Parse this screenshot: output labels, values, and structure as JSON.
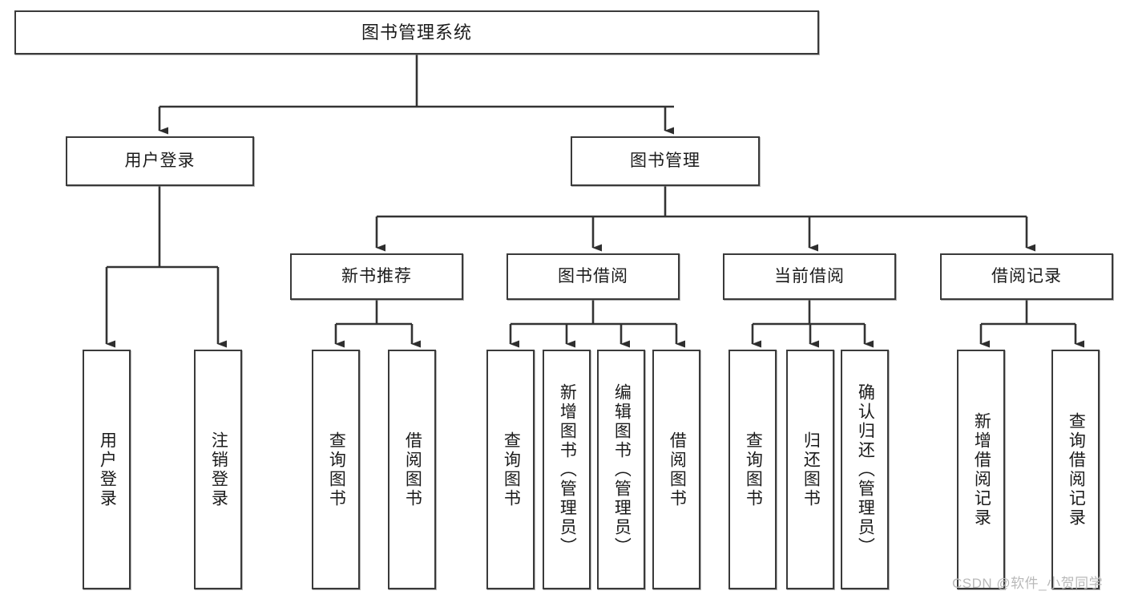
{
  "diagram": {
    "type": "hierarchy-tree",
    "title": "图书管理系统",
    "watermark": "CSDN @软件_小贺同学",
    "colors": {
      "box_border": "#3a3a3a",
      "box_fill": "#ffffff",
      "connector": "#333333",
      "text": "#1b1b1b",
      "watermark": "#b9b9b9"
    },
    "nodes": {
      "root": {
        "label": "图书管理系统",
        "orientation": "horizontal"
      },
      "l2": [
        {
          "label": "用户登录",
          "orientation": "horizontal"
        },
        {
          "label": "图书管理",
          "orientation": "horizontal"
        }
      ],
      "l3": [
        {
          "label": "新书推荐",
          "orientation": "horizontal"
        },
        {
          "label": "图书借阅",
          "orientation": "horizontal"
        },
        {
          "label": "当前借阅",
          "orientation": "horizontal"
        },
        {
          "label": "借阅记录",
          "orientation": "horizontal"
        }
      ],
      "leaves": [
        {
          "label": "用户登录",
          "orientation": "vertical",
          "parent": "用户登录"
        },
        {
          "label": "注销登录",
          "orientation": "vertical",
          "parent": "用户登录"
        },
        {
          "label": "查询图书",
          "orientation": "vertical",
          "parent": "新书推荐"
        },
        {
          "label": "借阅图书",
          "orientation": "vertical",
          "parent": "新书推荐"
        },
        {
          "label": "查询图书",
          "orientation": "vertical",
          "parent": "图书借阅"
        },
        {
          "label": "新增图书（管理员）",
          "orientation": "vertical",
          "parent": "图书借阅"
        },
        {
          "label": "编辑图书（管理员）",
          "orientation": "vertical",
          "parent": "图书借阅"
        },
        {
          "label": "借阅图书",
          "orientation": "vertical",
          "parent": "图书借阅"
        },
        {
          "label": "查询图书",
          "orientation": "vertical",
          "parent": "当前借阅"
        },
        {
          "label": "归还图书",
          "orientation": "vertical",
          "parent": "当前借阅"
        },
        {
          "label": "确认归还（管理员）",
          "orientation": "vertical",
          "parent": "当前借阅"
        },
        {
          "label": "新增借阅记录",
          "orientation": "vertical",
          "parent": "借阅记录"
        },
        {
          "label": "查询借阅记录",
          "orientation": "vertical",
          "parent": "借阅记录"
        }
      ]
    }
  }
}
